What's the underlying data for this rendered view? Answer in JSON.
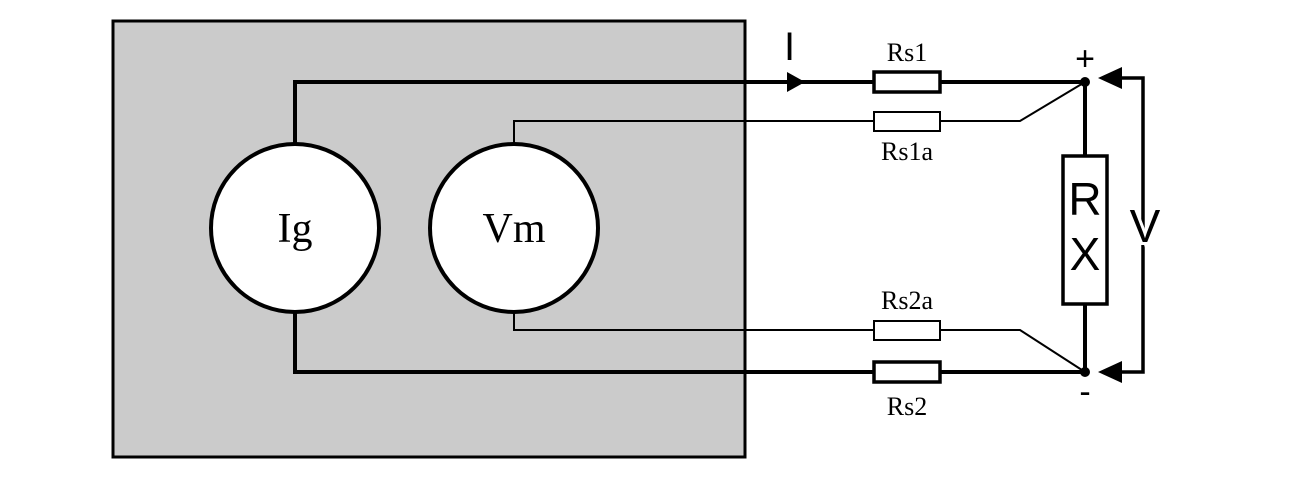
{
  "colors": {
    "panel_fill": "#cbcbcb",
    "line": "#000000",
    "background": "#ffffff"
  },
  "labels": {
    "current_source": "Ig",
    "voltmeter": "Vm",
    "current_arrow": "I",
    "rs1": "Rs1",
    "rs1a": "Rs1a",
    "rs2a": "Rs2a",
    "rs2": "Rs2",
    "rx_line1": "R",
    "rx_line2": "X",
    "voltage": "V",
    "plus": "+",
    "minus": "-"
  }
}
